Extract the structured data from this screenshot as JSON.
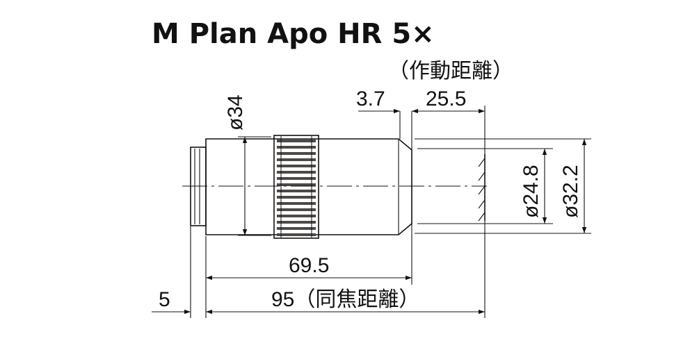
{
  "title": "M Plan Apo HR 5×",
  "annotations": {
    "working_distance_label": "（作動距離）",
    "dim_3_7": "3.7",
    "dim_25_5": "25.5",
    "dim_dia34": "ø34",
    "dim_dia24_8": "ø24.8",
    "dim_dia32_2": "ø32.2",
    "dim_69_5": "69.5",
    "dim_5": "5",
    "dim_95": "95（同焦距離）"
  },
  "colors": {
    "line": "#111111",
    "body_light": "#e6e2e0",
    "body_mid": "#c9c4c1",
    "body_dark": "#8f8a88",
    "knurl_dark": "#555555"
  }
}
